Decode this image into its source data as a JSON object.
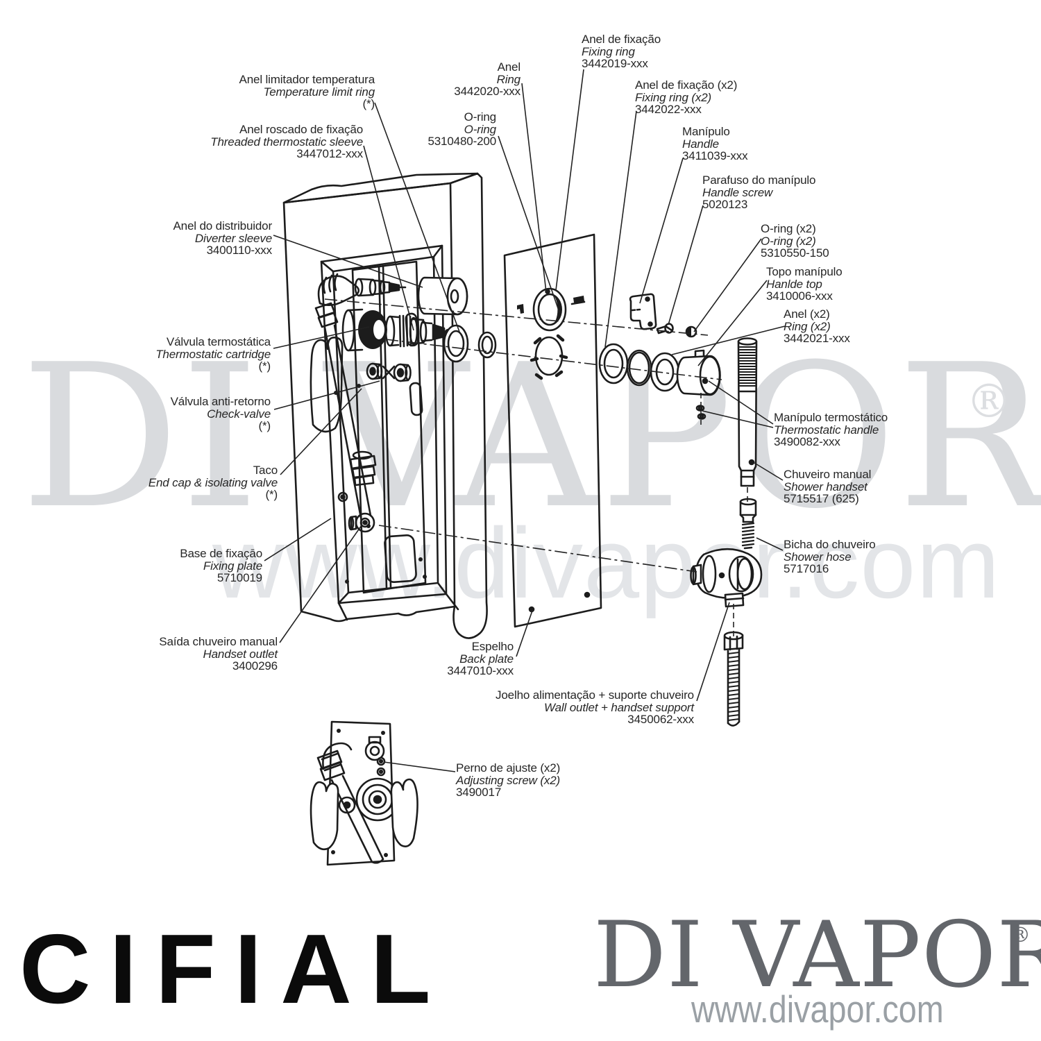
{
  "diagram": {
    "labels": [
      {
        "pt": "Anel limitador temperatura",
        "en": "Temperature limit ring",
        "code": "(*)"
      },
      {
        "pt": "Anel roscado de fixação",
        "en": "Threaded thermostatic sleeve",
        "code": "3447012-xxx"
      },
      {
        "pt": "Anel",
        "en": "Ring",
        "code": "3442020-xxx"
      },
      {
        "pt": "Anel de fixação",
        "en": "Fixing ring",
        "code": "3442019-xxx"
      },
      {
        "pt": "O-ring",
        "en": "O-ring",
        "code": "5310480-200"
      },
      {
        "pt": "Anel de fixação (x2)",
        "en": "Fixing ring (x2)",
        "code": "3442022-xxx"
      },
      {
        "pt": "Manípulo",
        "en": "Handle",
        "code": "3411039-xxx"
      },
      {
        "pt": "Parafuso do manípulo",
        "en": "Handle screw",
        "code": "5020123"
      },
      {
        "pt": "O-ring (x2)",
        "en": "O-ring (x2)",
        "code": "5310550-150"
      },
      {
        "pt": "Topo manípulo",
        "en": "Hanlde top",
        "code": "3410006-xxx"
      },
      {
        "pt": "Anel (x2)",
        "en": "Ring (x2)",
        "code": "3442021-xxx"
      },
      {
        "pt": "Anel do distribuidor",
        "en": "Diverter sleeve",
        "code": "3400110-xxx"
      },
      {
        "pt": "Válvula termostática",
        "en": "Thermostatic cartridge",
        "code": "(*)"
      },
      {
        "pt": "Válvula anti-retorno",
        "en": "Check-valve",
        "code": "(*)"
      },
      {
        "pt": "Taco",
        "en": "End cap & isolating valve",
        "code": "(*)"
      },
      {
        "pt": "Base de fixaçāo",
        "en": "Fixing plate",
        "code": "5710019"
      },
      {
        "pt": "Saída chuveiro manual",
        "en": "Handset outlet",
        "code": "3400296"
      },
      {
        "pt": "Espelho",
        "en": "Back plate",
        "code": "3447010-xxx"
      },
      {
        "pt": "Joelho alimentação + suporte chuveiro",
        "en": "Wall outlet + handset support",
        "code": "3450062-xxx"
      },
      {
        "pt": "Manípulo termostático",
        "en": "Thermostatic handle",
        "code": "3490082-xxx"
      },
      {
        "pt": "Chuveiro manual",
        "en": "Shower handset",
        "code": "5715517 (625)"
      },
      {
        "pt": "Bicha do chuveiro",
        "en": "Shower hose",
        "code": "5717016"
      },
      {
        "pt": "Perno de ajuste (x2)",
        "en": "Adjusting screw (x2)",
        "code": "3490017"
      }
    ]
  },
  "watermark": {
    "brand": "DI VAPOR",
    "registered": "®",
    "url": "www.divapor.com"
  },
  "footer": {
    "cifial_logo": "CIFIAL",
    "brand": "DI VAPOR",
    "registered": "®",
    "url": "www.divapor.com"
  }
}
